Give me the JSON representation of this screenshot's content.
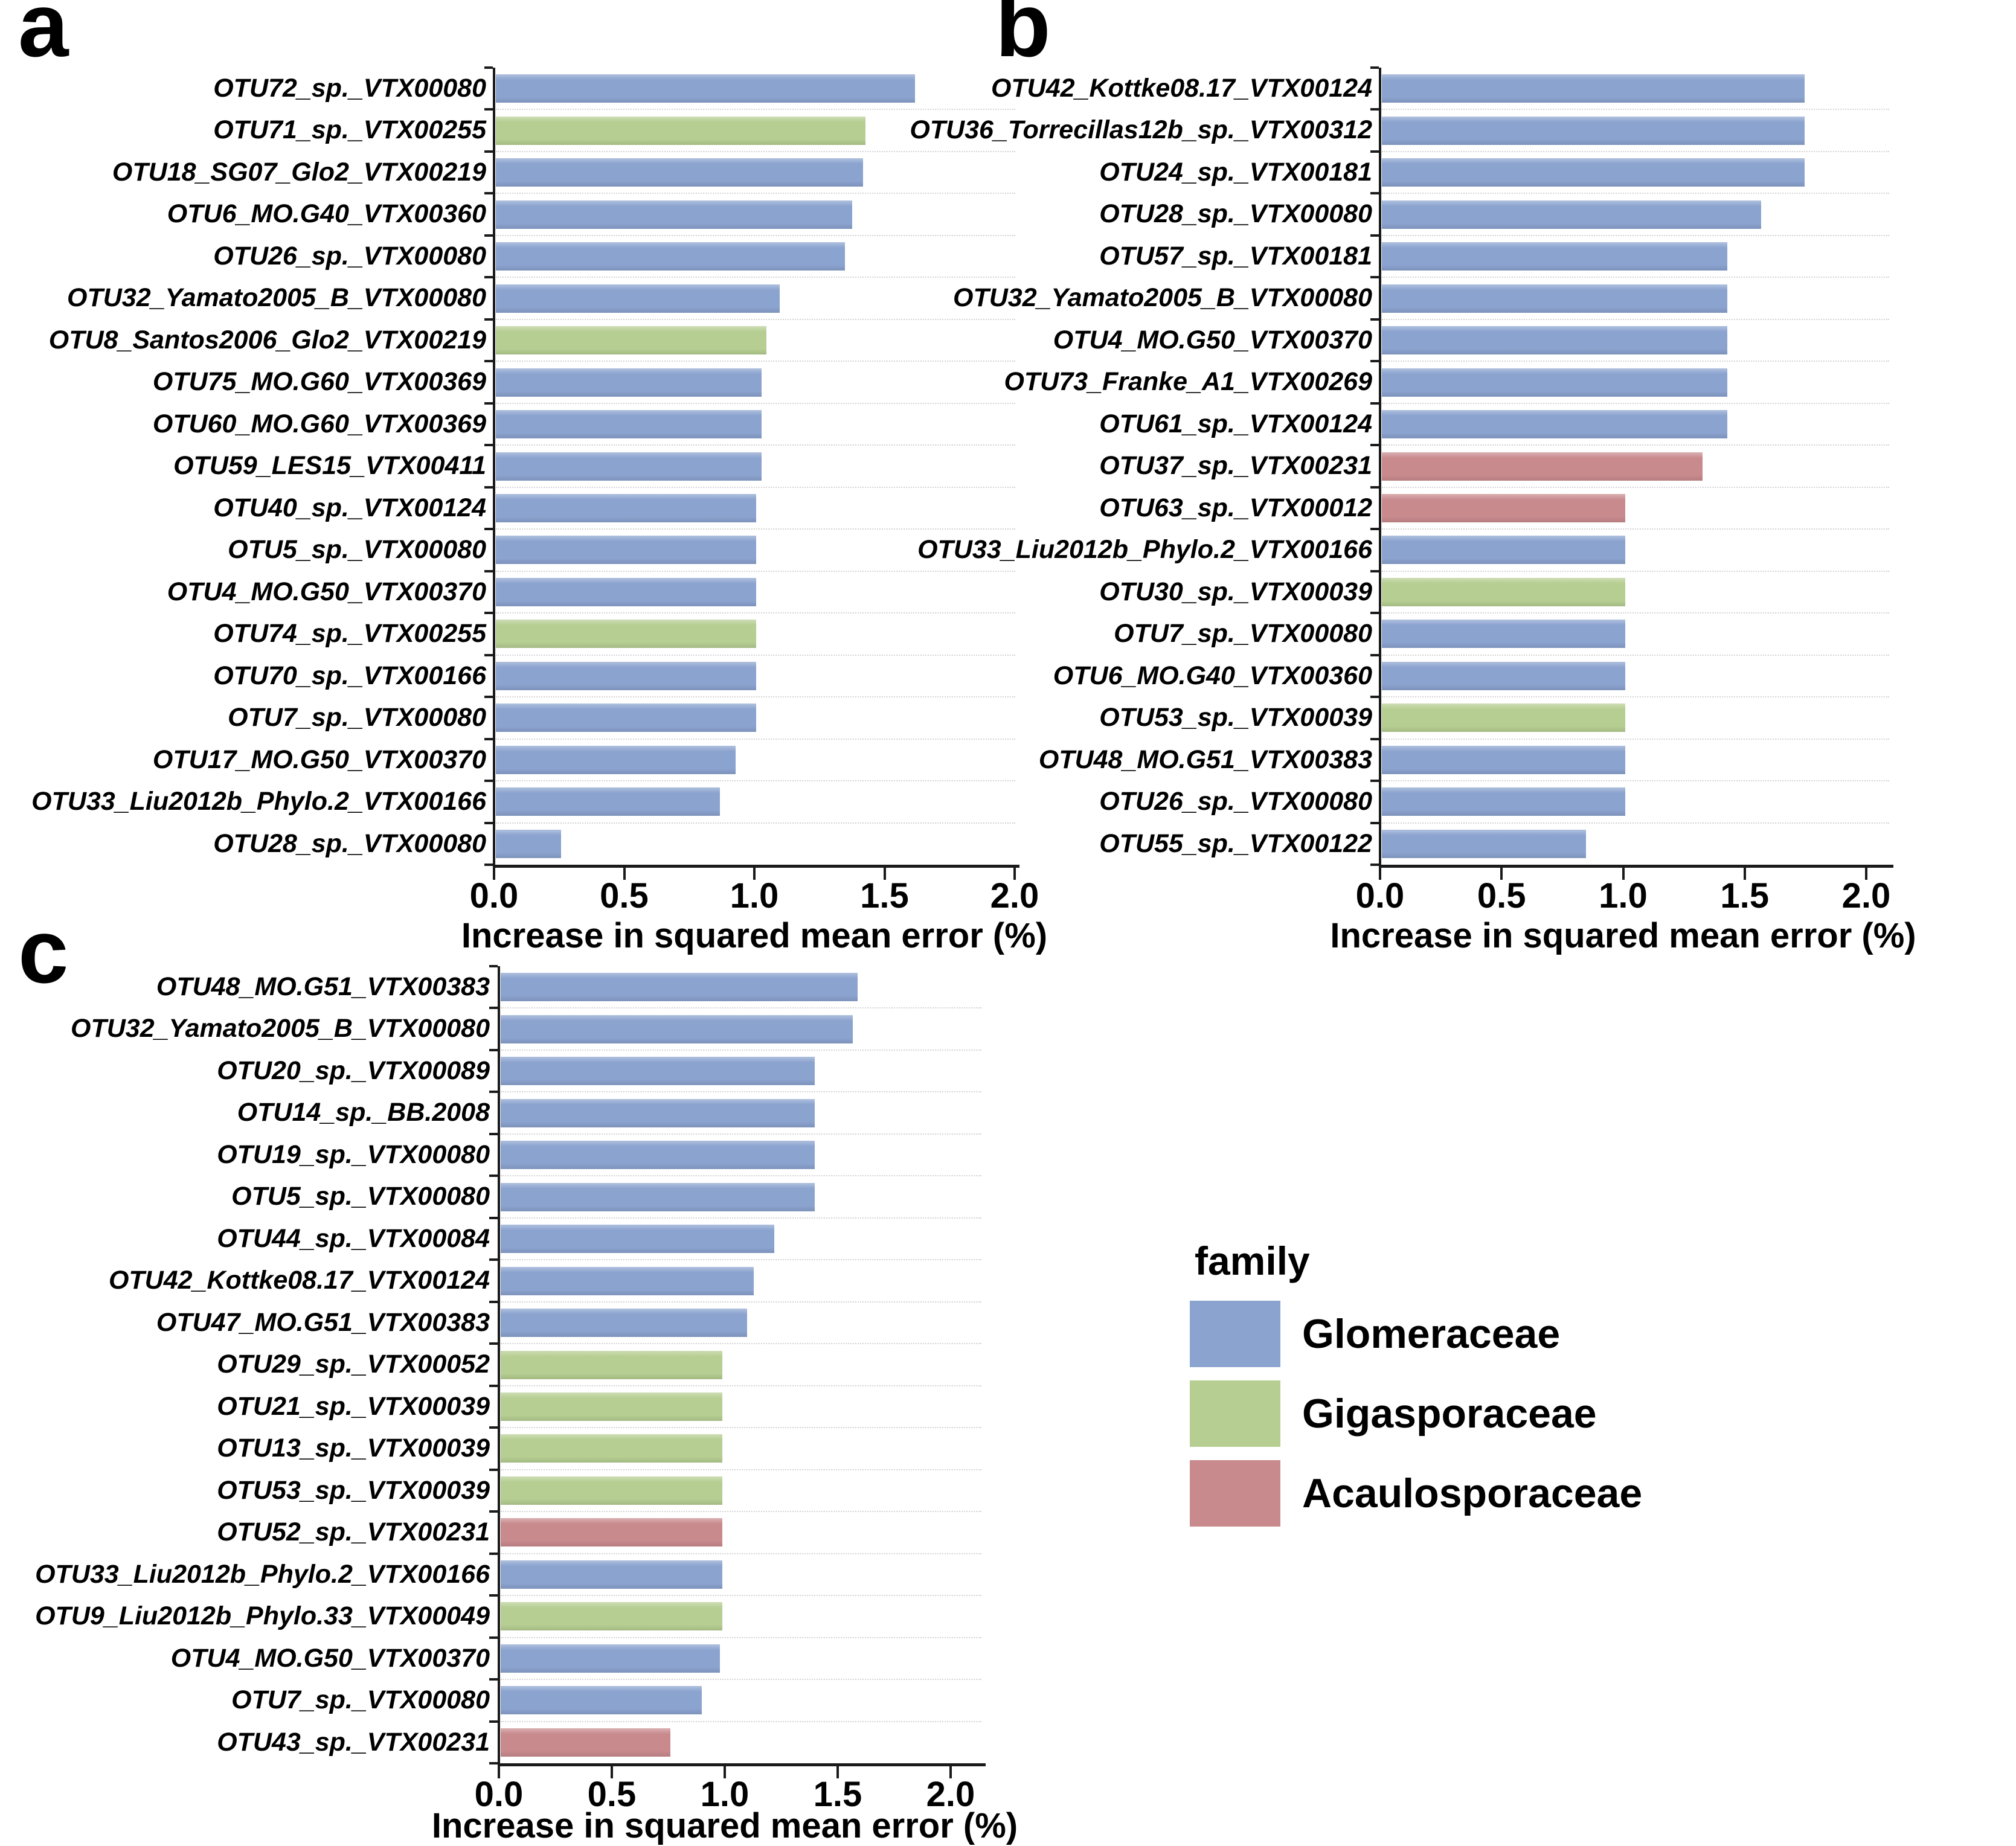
{
  "figure": {
    "panel_letters": [
      "a",
      "b",
      "c"
    ],
    "xlabel": "Increase in squared mean error (%)",
    "x_tick_labels": [
      "0.0",
      "0.5",
      "1.0",
      "1.5",
      "2.0"
    ],
    "background_color": "#ffffff",
    "axis_color": "#1a1a1a"
  },
  "legend": {
    "title": "family",
    "entries": [
      {
        "label": "Glomeraceae",
        "color": "#8BA3CF"
      },
      {
        "label": "Gigasporaceae",
        "color": "#B6CE92"
      },
      {
        "label": "Acaulosporaceae",
        "color": "#C98A8E"
      }
    ]
  },
  "chart_data": [
    {
      "type": "bar",
      "panel": "a",
      "orientation": "horizontal",
      "title": "",
      "xlabel": "Increase in squared mean error (%)",
      "ylabel": "",
      "xlim": [
        0.0,
        2.0
      ],
      "x_ticks": [
        0.0,
        0.5,
        1.0,
        1.5,
        2.0
      ],
      "grid": "dotted row separators",
      "legend_position": "none",
      "categories": [
        "OTU72_sp._VTX00080",
        "OTU71_sp._VTX00255",
        "OTU18_SG07_Glo2_VTX00219",
        "OTU6_MO.G40_VTX00360",
        "OTU26_sp._VTX00080",
        "OTU32_Yamato2005_B_VTX00080",
        "OTU8_Santos2006_Glo2_VTX00219",
        "OTU75_MO.G60_VTX00369",
        "OTU60_MO.G60_VTX00369",
        "OTU59_LES15_VTX00411",
        "OTU40_sp._VTX00124",
        "OTU5_sp._VTX00080",
        "OTU4_MO.G50_VTX00370",
        "OTU74_sp._VTX00255",
        "OTU70_sp._VTX00166",
        "OTU7_sp._VTX00080",
        "OTU17_MO.G50_VTX00370",
        "OTU33_Liu2012b_Phylo.2_VTX00166",
        "OTU28_sp._VTX00080"
      ],
      "values": [
        1.61,
        1.42,
        1.41,
        1.37,
        1.34,
        1.09,
        1.04,
        1.02,
        1.02,
        1.02,
        1.0,
        1.0,
        1.0,
        1.0,
        1.0,
        1.0,
        0.92,
        0.86,
        0.25
      ],
      "families": [
        "Glomeraceae",
        "Gigasporaceae",
        "Glomeraceae",
        "Glomeraceae",
        "Glomeraceae",
        "Glomeraceae",
        "Gigasporaceae",
        "Glomeraceae",
        "Glomeraceae",
        "Glomeraceae",
        "Glomeraceae",
        "Glomeraceae",
        "Glomeraceae",
        "Gigasporaceae",
        "Glomeraceae",
        "Glomeraceae",
        "Glomeraceae",
        "Glomeraceae",
        "Glomeraceae"
      ]
    },
    {
      "type": "bar",
      "panel": "b",
      "orientation": "horizontal",
      "title": "",
      "xlabel": "Increase in squared mean error (%)",
      "ylabel": "",
      "xlim": [
        0.0,
        2.0
      ],
      "x_ticks": [
        0.0,
        0.5,
        1.0,
        1.5,
        2.0
      ],
      "grid": "dotted row separators",
      "legend_position": "none",
      "categories": [
        "OTU42_Kottke08.17_VTX00124",
        "OTU36_Torrecillas12b_sp._VTX00312",
        "OTU24_sp._VTX00181",
        "OTU28_sp._VTX00080",
        "OTU57_sp._VTX00181",
        "OTU32_Yamato2005_B_VTX00080",
        "OTU4_MO.G50_VTX00370",
        "OTU73_Franke_A1_VTX00269",
        "OTU61_sp._VTX00124",
        "OTU37_sp._VTX00231",
        "OTU63_sp._VTX00012",
        "OTU33_Liu2012b_Phylo.2_VTX00166",
        "OTU30_sp._VTX00039",
        "OTU7_sp._VTX00080",
        "OTU6_MO.G40_VTX00360",
        "OTU53_sp._VTX00039",
        "OTU48_MO.G51_VTX00383",
        "OTU26_sp._VTX00080",
        "OTU55_sp._VTX00122"
      ],
      "values": [
        1.74,
        1.74,
        1.74,
        1.56,
        1.42,
        1.42,
        1.42,
        1.42,
        1.42,
        1.32,
        1.0,
        1.0,
        1.0,
        1.0,
        1.0,
        1.0,
        1.0,
        1.0,
        0.84
      ],
      "families": [
        "Glomeraceae",
        "Glomeraceae",
        "Glomeraceae",
        "Glomeraceae",
        "Glomeraceae",
        "Glomeraceae",
        "Glomeraceae",
        "Glomeraceae",
        "Glomeraceae",
        "Acaulosporaceae",
        "Acaulosporaceae",
        "Glomeraceae",
        "Gigasporaceae",
        "Glomeraceae",
        "Glomeraceae",
        "Gigasporaceae",
        "Glomeraceae",
        "Glomeraceae",
        "Glomeraceae"
      ]
    },
    {
      "type": "bar",
      "panel": "c",
      "orientation": "horizontal",
      "title": "",
      "xlabel": "Increase in squared mean error (%)",
      "ylabel": "",
      "xlim": [
        0.0,
        2.0
      ],
      "x_ticks": [
        0.0,
        0.5,
        1.0,
        1.5,
        2.0
      ],
      "grid": "dotted row separators",
      "legend_position": "right",
      "categories": [
        "OTU48_MO.G51_VTX00383",
        "OTU32_Yamato2005_B_VTX00080",
        "OTU20_sp._VTX00089",
        "OTU14_sp._BB.2008",
        "OTU19_sp._VTX00080",
        "OTU5_sp._VTX00080",
        "OTU44_sp._VTX00084",
        "OTU42_Kottke08.17_VTX00124",
        "OTU47_MO.G51_VTX00383",
        "OTU29_sp._VTX00052",
        "OTU21_sp._VTX00039",
        "OTU13_sp._VTX00039",
        "OTU53_sp._VTX00039",
        "OTU52_sp._VTX00231",
        "OTU33_Liu2012b_Phylo.2_VTX00166",
        "OTU9_Liu2012b_Phylo.33_VTX00049",
        "OTU4_MO.G50_VTX00370",
        "OTU7_sp._VTX00080",
        "OTU43_sp._VTX00231"
      ],
      "values": [
        1.58,
        1.56,
        1.39,
        1.39,
        1.39,
        1.39,
        1.21,
        1.12,
        1.09,
        0.98,
        0.98,
        0.98,
        0.98,
        0.98,
        0.98,
        0.98,
        0.97,
        0.89,
        0.75
      ],
      "families": [
        "Glomeraceae",
        "Glomeraceae",
        "Glomeraceae",
        "Glomeraceae",
        "Glomeraceae",
        "Glomeraceae",
        "Glomeraceae",
        "Glomeraceae",
        "Glomeraceae",
        "Gigasporaceae",
        "Gigasporaceae",
        "Gigasporaceae",
        "Gigasporaceae",
        "Acaulosporaceae",
        "Glomeraceae",
        "Gigasporaceae",
        "Glomeraceae",
        "Glomeraceae",
        "Acaulosporaceae"
      ]
    }
  ]
}
